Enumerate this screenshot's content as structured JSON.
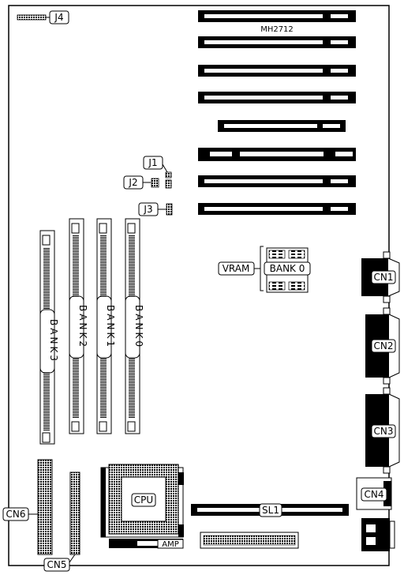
{
  "board_name": "MH2712",
  "jumpers": {
    "j1": "J1",
    "j2": "J2",
    "j3": "J3",
    "j4": "J4"
  },
  "vram": {
    "label": "VRAM",
    "bank": "BANK 0"
  },
  "simm_banks": {
    "bank3": "BANK3",
    "bank2": "BANK2",
    "bank1": "BANK1",
    "bank0": "BANK0"
  },
  "connectors": {
    "cn1": "CN1",
    "cn2": "CN2",
    "cn3": "CN3",
    "cn4": "CN4",
    "cn5": "CN5",
    "cn6": "CN6"
  },
  "cpu": "CPU",
  "socket_brand": "AMP",
  "slot": "SL1"
}
